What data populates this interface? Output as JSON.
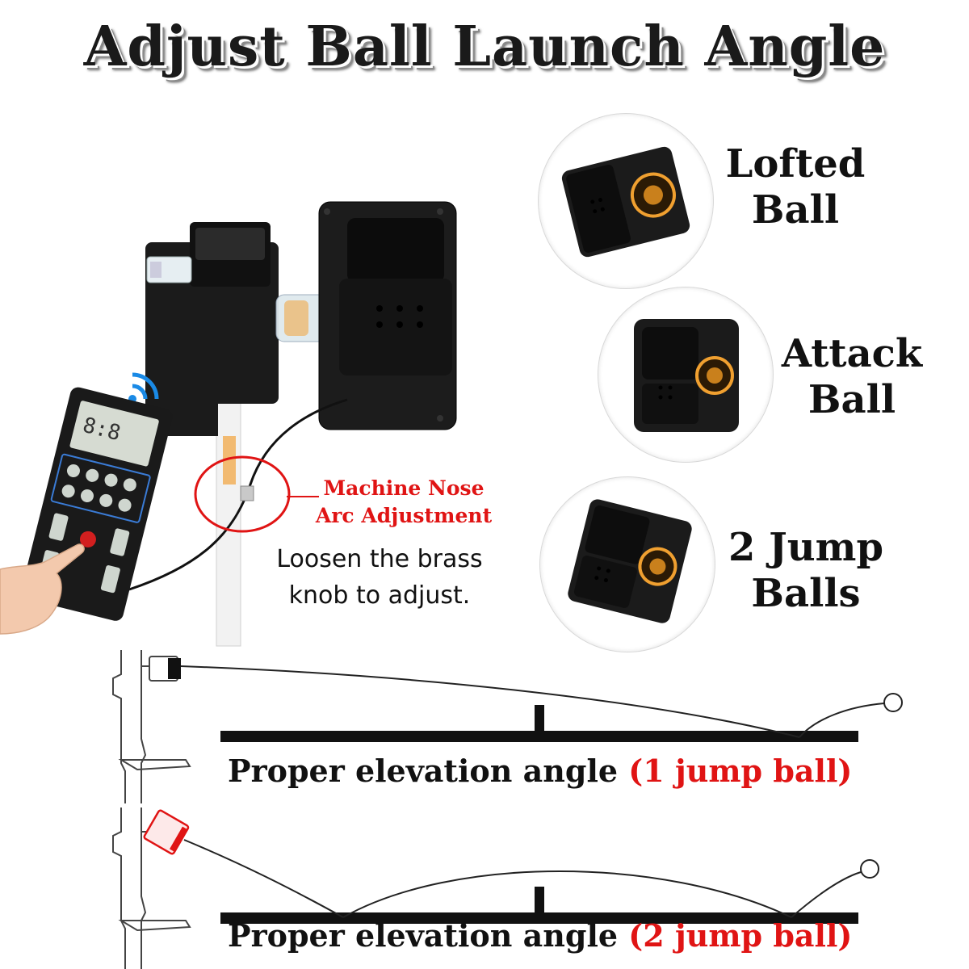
{
  "title": "Adjust Ball Launch Angle",
  "modes": [
    {
      "line1": "Lofted",
      "line2": "Ball",
      "head_icon": "launcher-head-lofted-icon"
    },
    {
      "line1": "Attack",
      "line2": "Ball",
      "head_icon": "launcher-head-attack-icon"
    },
    {
      "line1": "2 Jump",
      "line2": "Balls",
      "head_icon": "launcher-head-jump-icon"
    }
  ],
  "callout": {
    "line1": "Machine Nose",
    "line2": "Arc Adjustment",
    "note_line1": "Loosen the brass",
    "note_line2": "knob to adjust."
  },
  "diagrams": [
    {
      "caption": "Proper elevation angle",
      "highlight": "(1 jump ball)"
    },
    {
      "caption": "Proper elevation angle",
      "highlight": "(2 jump ball)"
    }
  ],
  "colors": {
    "accent_red": "#e01414",
    "text": "#111111",
    "machine": "#1b1b1b"
  }
}
